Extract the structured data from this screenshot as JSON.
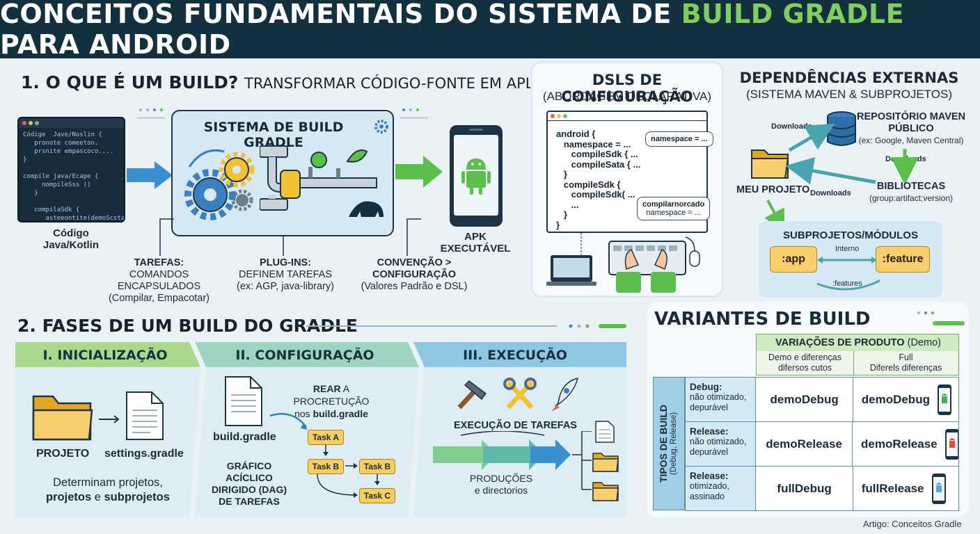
{
  "title": {
    "part1": "CONCEITOS FUNDAMENTAIS DO SISTEMA DE ",
    "highlight": "BUILD GRADLE",
    "part2": " PARA ANDROID"
  },
  "section1": {
    "heading": "1. O QUE É UM BUILD?",
    "subheading": "TRANSFORMAR CÓDIGO-FONTE EM APLICATIVO",
    "code_lines": [
      "Códige  Jave/Noslin {",
      "   pronote comeeton.",
      "   prsnite empascoco....",
      "}",
      "",
      "compile java/Ecape {",
      "     nompileSss ()",
      "   }",
      "",
      "   compilaSdk {",
      "      asteeontite(demoScstaet)",
      "      ...",
      "   }",
      "}"
    ],
    "code_caption_1": "Código",
    "code_caption_2": "Java/Kotlin",
    "system_label": "SISTEMA DE BUILD GRADLE",
    "apk_label": "APK EXECUTÁVEL",
    "tarefas_title": "TAREFAS:",
    "tarefas_line1": "COMANDOS ENCAPSULADOS",
    "tarefas_line2": "(Compilar, Empacotar)",
    "plugins_title": "PLUG-INS:",
    "plugins_line1": "DEFINEM TAREFAS",
    "plugins_line2": "(ex: AGP, java-library)",
    "conv_title1": "CONVENÇÃO >",
    "conv_title2": "CONFIGURAÇÃO",
    "conv_line": "(Valores Padrão e DSL)"
  },
  "dsl": {
    "title": "DSLS DE CONFIGURAÇÃO",
    "subtitle": "(ABORDAGEM DECLARATIVA)",
    "code_lines": [
      "android {",
      "   namespace = ...",
      "      compileSdk { ...",
      "      compileSata { ...",
      "   }",
      "   compileSdk {",
      "      compileSdk( ...",
      "      ...",
      "   }",
      "}"
    ],
    "bubble1": "namespace = ...",
    "bubble2a": "compilarnorcado",
    "bubble2b": "namespace = ..."
  },
  "deps": {
    "title": "DEPENDÊNCIAS EXTERNAS",
    "subtitle": "(SISTEMA MAVEN & SUBPROJETOS)",
    "repo_title1": "REPOSITÓRIO MAVEN",
    "repo_title2": "PÚBLICO",
    "repo_sub": "(ex: Google, Maven Central)",
    "downloads": "Downloads",
    "my_project": "MEU PROJETO",
    "libs_title": "BIBLIOTECAS",
    "libs_sub": "(group:artifact:version)",
    "sub_title": "SUBPROJETOS/MÓDULOS",
    "app": ":app",
    "feature": ":feature",
    "interno": "Interno",
    "features": ":features"
  },
  "section2": {
    "heading": "2. FASES DE UM BUILD DO GRADLE",
    "phase1": {
      "title": "I. INICIALIZAÇÃO",
      "projeto": "PROJETO",
      "settings": "settings.gradle",
      "desc1": "Determinam projetos,",
      "desc2a": "projetos",
      "desc2b": " e ",
      "desc2c": "subprojetos"
    },
    "phase2": {
      "title": "II. CONFIGURAÇÃO",
      "rear_a": "REAR",
      "rear_b": " A PROCRETUÇÃO",
      "rear_c": "nos ",
      "rear_d": "build.gradle",
      "build": "build.gradle",
      "task_a": "Task A",
      "task_b": "Task B",
      "task_c": "Task C",
      "dag1": "GRÁFICO",
      "dag2": "ACÍCLICO",
      "dag3": "DIRIGIDO (DAG)",
      "dag4": "DE TAREFAS"
    },
    "phase3": {
      "title": "III. EXECUÇÃO",
      "exec": "EXECUÇÃO DE TAREFAS",
      "prod1": "PRODUÇÕES",
      "prod2": "e directorios"
    }
  },
  "variants": {
    "title": "VARIANTES DE BUILD",
    "flavors_title": "VARIAÇÕES DE PRODUTO",
    "flavors_demo": " (Demo)",
    "col1a": "Demo e diferenças",
    "col1b": "difersos cutos",
    "col2a": "Full",
    "col2b": "Diferels diferenças",
    "row_axis1": "TIPOS DE BUILD",
    "row_axis2": "(Debug, Release)",
    "rows": [
      {
        "name": "Debug:",
        "d1": "não otimizado,",
        "d2": "depurável",
        "c1": "demoDebug",
        "c2": "demoDebug",
        "android_color": "#4caf50"
      },
      {
        "name": "Release:",
        "d1": "não otimizado,",
        "d2": "depurável",
        "c1": "demoRelease",
        "c2": "demoRelease",
        "android_color": "#e04a3a"
      },
      {
        "name": "Release:",
        "d1": "otimizado,",
        "d2": "assinado",
        "c1": "fullDebug",
        "c2": "fullRelease",
        "android_color": "#5aa5e0"
      }
    ]
  },
  "footer": "Artigo: Conceitos Gradle"
}
